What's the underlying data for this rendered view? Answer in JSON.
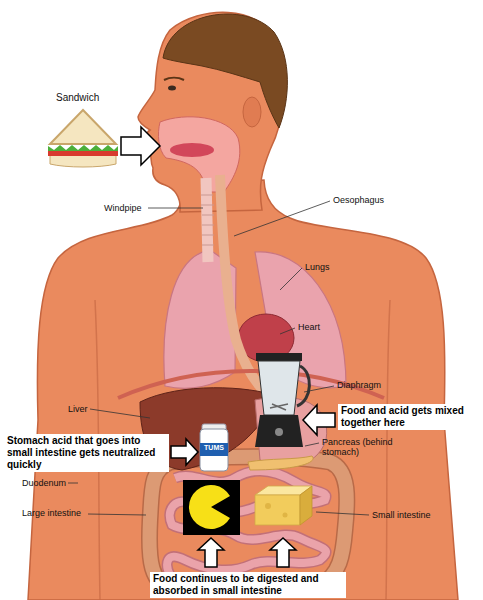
{
  "diagram": {
    "nodes": [
      {
        "text": [
          "Food and acid gets mixed together here"
        ]
      },
      {
        "text": [
          "Stomach acid that goes into small intestine gets neutralized quickly"
        ]
      },
      {
        "text": [
          "Food continues to be digested and absorbed in small intestine"
        ]
      }
    ],
    "labels": [
      "Sandwich",
      "Windpipe",
      "Oesophagus",
      "Lungs",
      "Heart",
      "Diaphragm",
      "Liver",
      "Pancreas (behind stomach)",
      "Duodenum",
      "Large intestine",
      "Small intestine",
      "TUMS"
    ]
  }
}
